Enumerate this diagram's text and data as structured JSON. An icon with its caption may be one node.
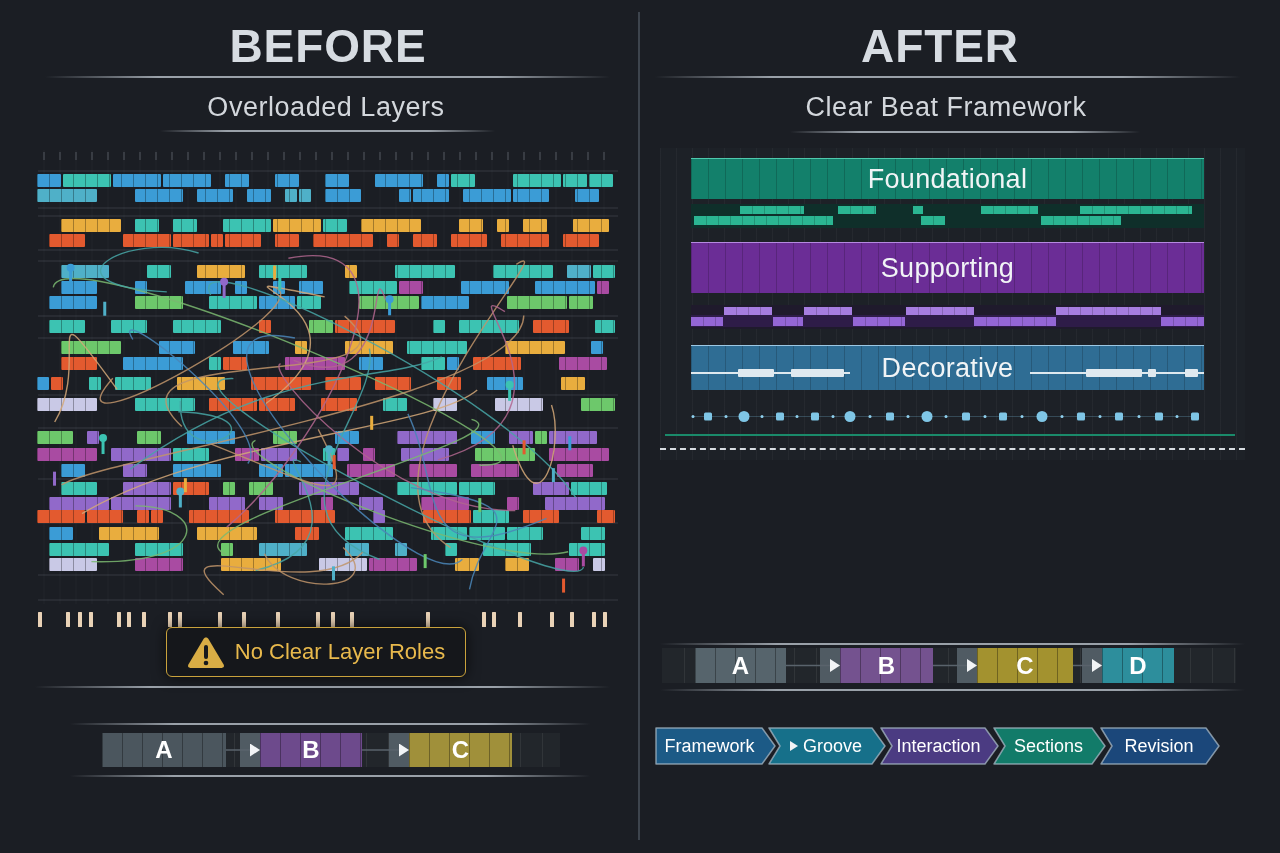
{
  "diagram": {
    "nodes": [
      {
        "text": [
          "No Clear Layer Roles"
        ]
      },
      {
        "text": [
          "A"
        ]
      },
      {
        "text": [
          "B"
        ]
      },
      {
        "text": [
          "C"
        ]
      },
      {
        "text": [
          "Foundational"
        ]
      },
      {
        "text": [
          "Supporting"
        ]
      },
      {
        "text": [
          "Decorative"
        ]
      },
      {
        "text": [
          "A"
        ]
      },
      {
        "text": [
          "B"
        ]
      },
      {
        "text": [
          "C"
        ]
      },
      {
        "text": [
          "D"
        ]
      },
      {
        "text": [
          "Framework"
        ]
      },
      {
        "text": [
          "Groove"
        ]
      },
      {
        "text": [
          "Interaction"
        ]
      },
      {
        "text": [
          "Sections"
        ]
      },
      {
        "text": [
          "Revision"
        ]
      }
    ],
    "edges": [
      {
        "from": 1,
        "to": 2,
        "arrow": "to"
      },
      {
        "from": 2,
        "to": 3,
        "arrow": "to"
      },
      {
        "from": 7,
        "to": 8,
        "arrow": "to"
      },
      {
        "from": 8,
        "to": 9,
        "arrow": "to"
      },
      {
        "from": 9,
        "to": 10,
        "arrow": "to"
      }
    ],
    "labels": [
      "BEFORE",
      "Overloaded Layers",
      "AFTER",
      "Clear Beat Framework"
    ]
  }
}
